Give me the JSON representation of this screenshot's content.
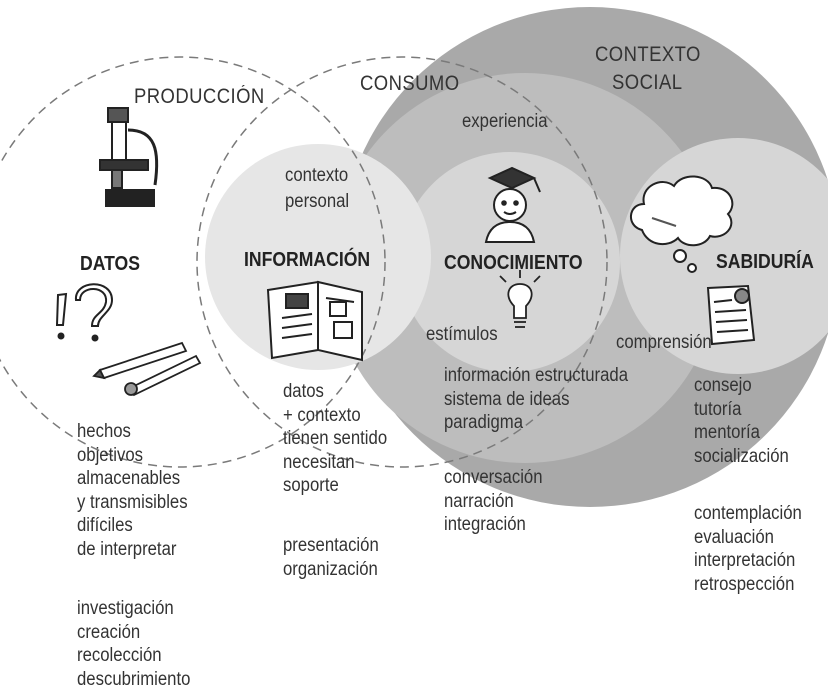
{
  "regions": {
    "produccion": "PRODUCCIÓN",
    "consumo": "CONSUMO",
    "contexto_social": [
      "CONTEXTO",
      "SOCIAL"
    ],
    "experiencia": "experiencia",
    "contexto_personal": [
      "contexto",
      "personal"
    ]
  },
  "stages": {
    "datos": "DATOS",
    "informacion": "INFORMACIÓN",
    "conocimiento": "CONOCIMIENTO",
    "sabiduria": "SABIDURÍA"
  },
  "inputs": {
    "estimulos": "estímulos",
    "comprension": "comprensión"
  },
  "lists": {
    "datos_traits": [
      "hechos",
      "objetivos",
      "almacenables",
      "y transmisibles",
      "difíciles",
      "de interpretar"
    ],
    "datos_actions": [
      "investigación",
      "creación",
      "recolección",
      "descubrimiento"
    ],
    "informacion_traits": [
      "datos",
      "+ contexto",
      "tienen sentido",
      "necesitan",
      "soporte"
    ],
    "informacion_actions": [
      "presentación",
      "organización"
    ],
    "conocimiento_traits": [
      "información estructurada",
      "sistema de ideas",
      "paradigma"
    ],
    "conocimiento_actions": [
      "conversación",
      "narración",
      "integración"
    ],
    "sabiduria_traits": [
      "consejo",
      "tutoría",
      "mentoría",
      "socialización"
    ],
    "sabiduria_actions": [
      "contemplación",
      "evaluación",
      "interpretación",
      "retrospección"
    ]
  },
  "icons": [
    "microscope-icon",
    "exclamation-icon",
    "question-icon",
    "pencil-icon",
    "open-book-icon",
    "graduate-student-icon",
    "lightbulb-icon",
    "thought-cloud-icon",
    "document-icon"
  ],
  "colors": {
    "outer_circle": "#a9a9a9",
    "middle_circle": "#bdbdbd",
    "inner_circle": "#d5d5d5",
    "small_circle": "#e4e4e4",
    "text": "#333333"
  }
}
